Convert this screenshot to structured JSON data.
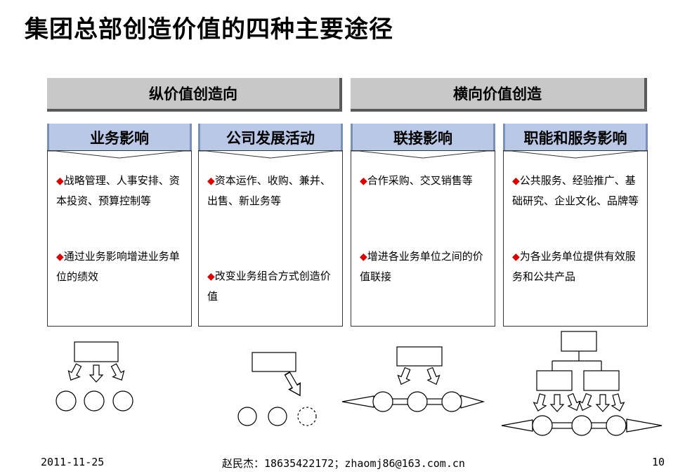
{
  "title": "集团总部创造价值的四种主要途径",
  "groups": [
    {
      "label": "纵价值创造向"
    },
    {
      "label": "横向价值创造"
    }
  ],
  "columns": [
    {
      "header": "业务影响",
      "paragraphs": [
        "战略管理、人事安排、资本投资、预算控制等",
        "通过业务影响增进业务单位的绩效"
      ]
    },
    {
      "header": "公司发展活动",
      "paragraphs": [
        "资本运作、收购、兼并、出售、新业务等",
        "改变业务组合方式创造价值"
      ]
    },
    {
      "header": "联接影响",
      "paragraphs": [
        "合作采购、交叉销售等",
        "增进各业务单位之间的价值联接"
      ]
    },
    {
      "header": "职能和服务影响",
      "paragraphs": [
        "公共服务、经验推广、基础研究、企业文化、品牌等",
        "为各业务单位提供有效服务和公共产品"
      ]
    }
  ],
  "bullet_symbol": "◆",
  "colors": {
    "header_blue": "#b8c8e6",
    "group_gray": "#c8c8c8",
    "bullet_red": "#e00000"
  },
  "footer": {
    "date": "2011-11-25",
    "contact": "赵民杰：18635422172；zhaomj86@163.com.cn",
    "page": "10"
  }
}
